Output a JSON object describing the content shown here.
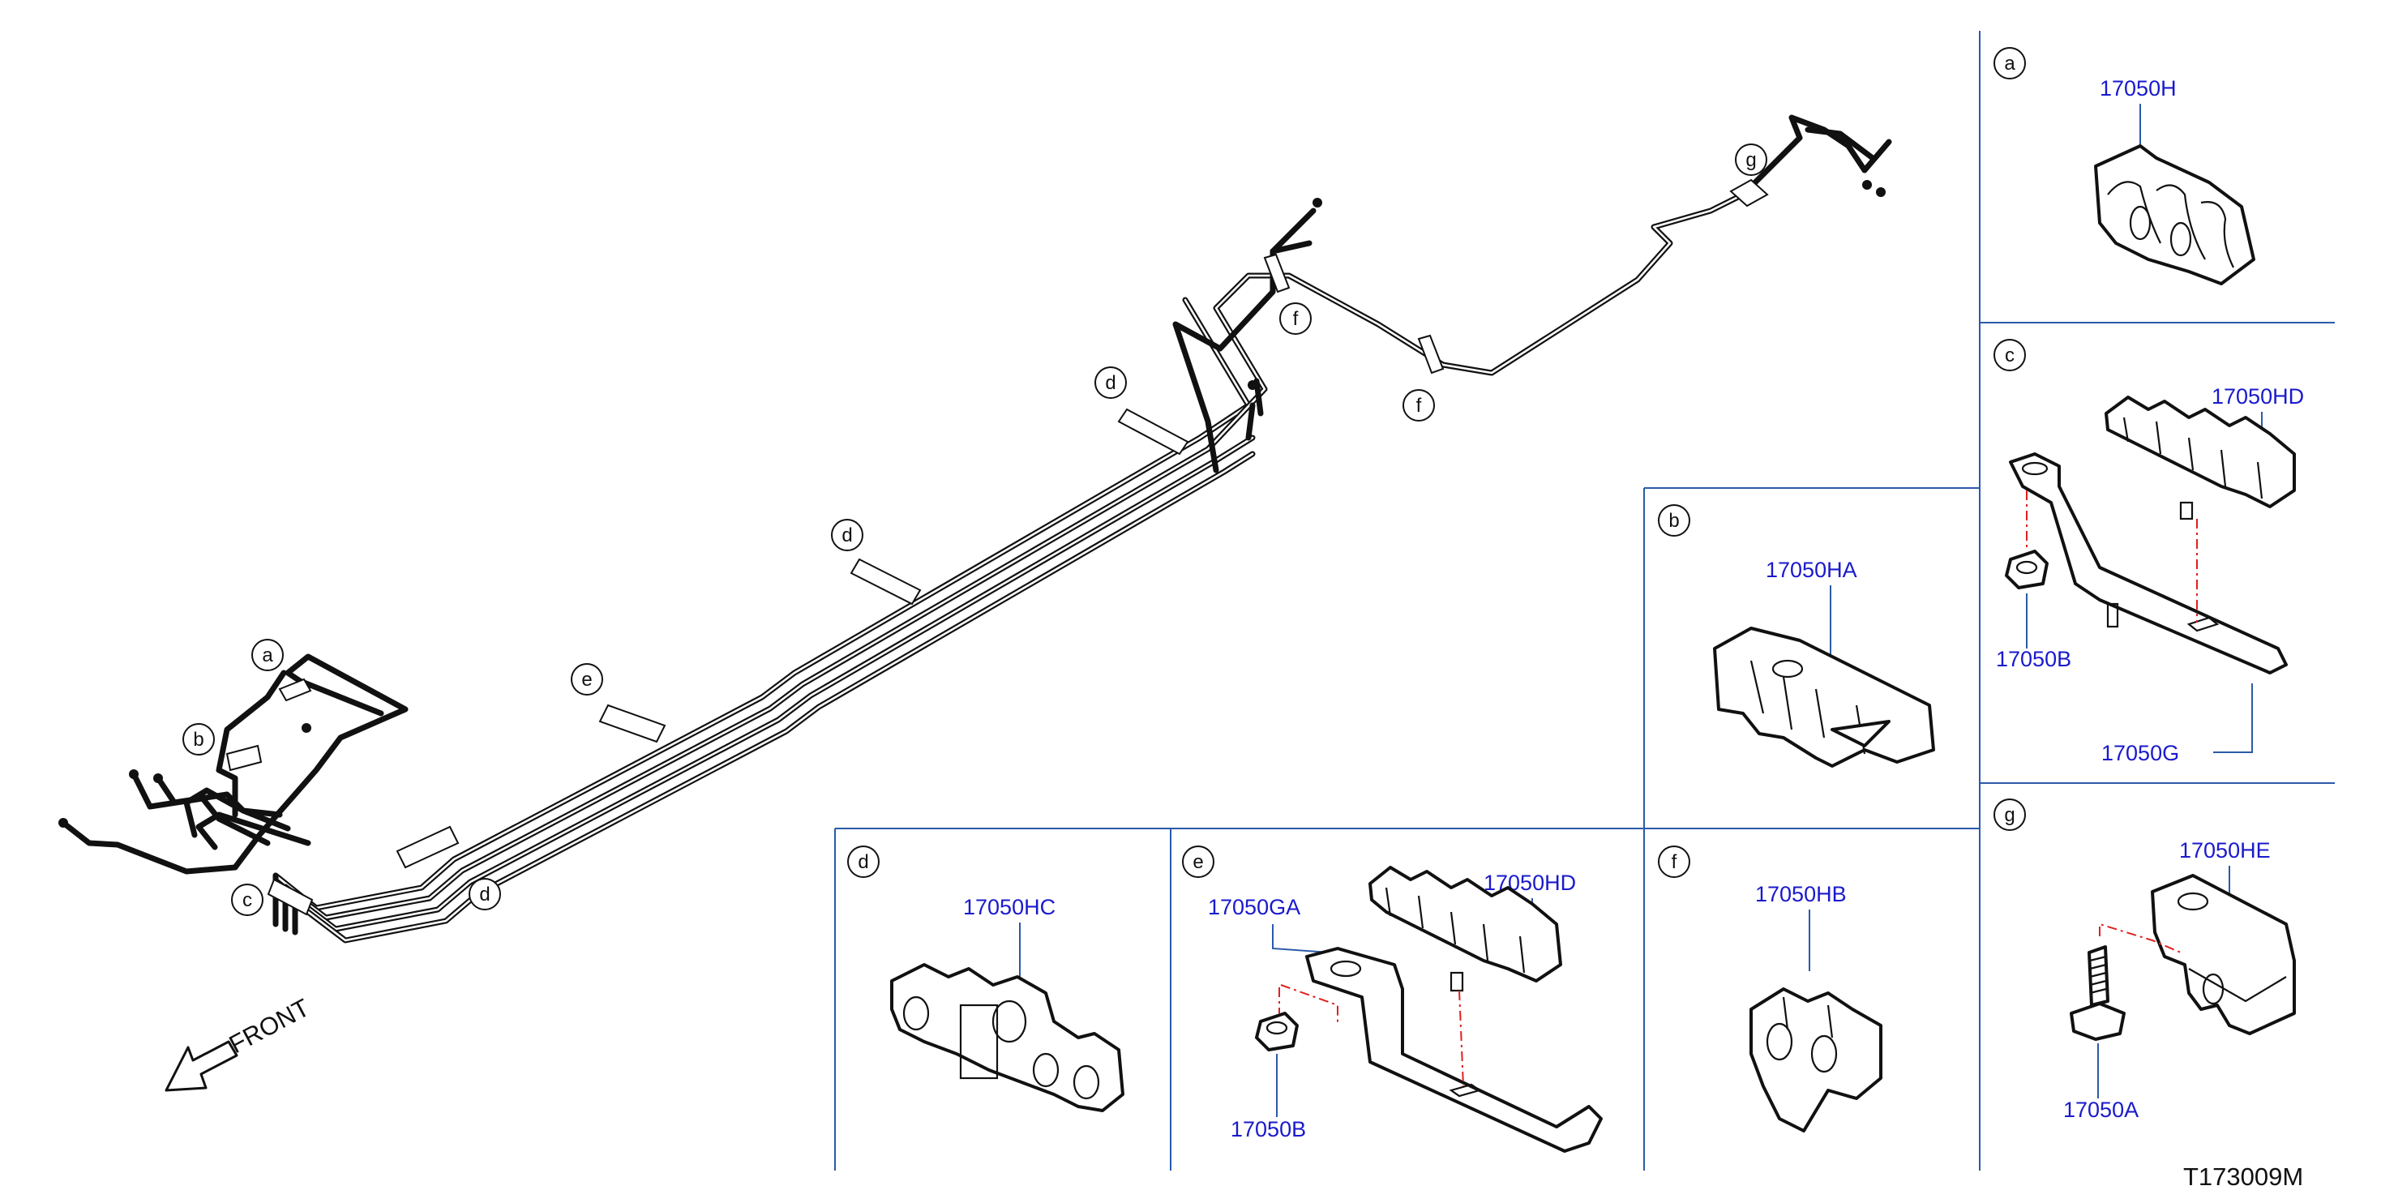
{
  "diagram": {
    "reference_code": "T173009M",
    "front_label": "FRONT",
    "callouts": [
      "a",
      "b",
      "c",
      "d",
      "e",
      "f",
      "g"
    ],
    "panels": {
      "a": {
        "letter": "a",
        "parts": [
          "17050H"
        ]
      },
      "b": {
        "letter": "b",
        "parts": [
          "17050HA"
        ]
      },
      "c": {
        "letter": "c",
        "parts": [
          "17050HD",
          "17050B",
          "17050G"
        ]
      },
      "d": {
        "letter": "d",
        "parts": [
          "17050HC"
        ]
      },
      "e": {
        "letter": "e",
        "parts": [
          "17050GA",
          "17050HD",
          "17050B"
        ]
      },
      "f": {
        "letter": "f",
        "parts": [
          "17050HB"
        ]
      },
      "g": {
        "letter": "g",
        "parts": [
          "17050HE",
          "17050A"
        ]
      }
    }
  }
}
